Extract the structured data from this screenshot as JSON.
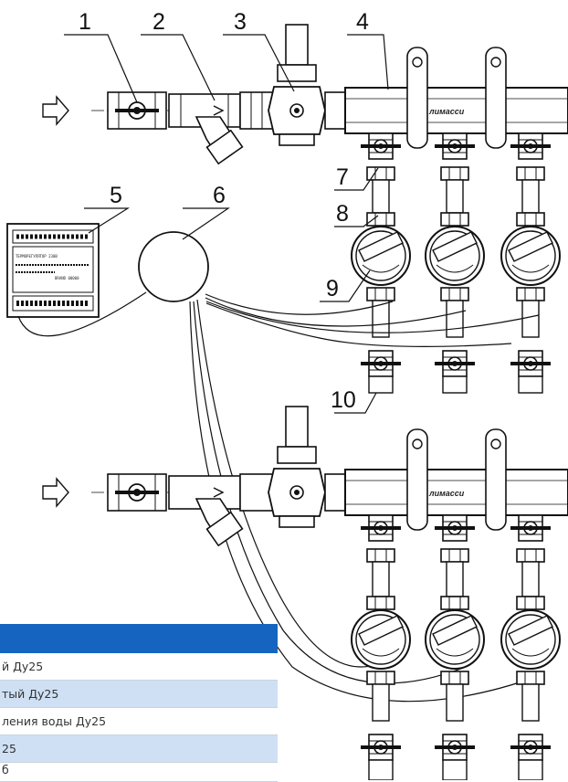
{
  "labels": [
    "1",
    "2",
    "3",
    "4",
    "5",
    "6",
    "7",
    "8",
    "9",
    "10"
  ],
  "brand": "лимасси",
  "controller_lines": [
    "ТЕРМОРЕГУЛЯТОР 230В",
    "BRAND 00000"
  ],
  "table": {
    "rows": [
      "й Ду25",
      "тый Ду25",
      "ления воды Ду25",
      "25",
      "б"
    ]
  },
  "colors": {
    "header": "#1565c0",
    "alt_row": "#cfe0f5"
  },
  "icons": [
    "flow-arrow-icon"
  ]
}
